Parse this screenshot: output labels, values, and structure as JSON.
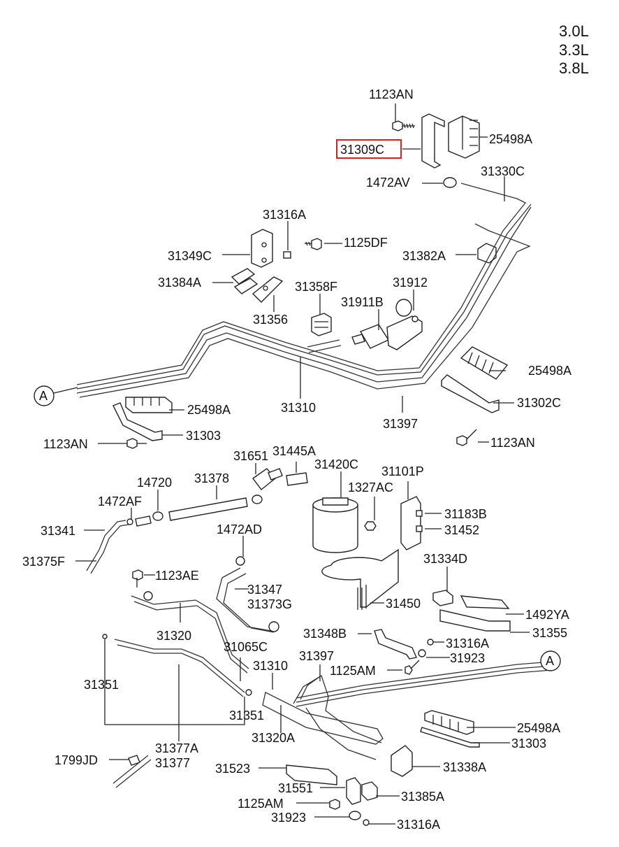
{
  "engine_variants": [
    "3.0L",
    "3.3L",
    "3.8L"
  ],
  "highlight_color": "#e02020",
  "connector_marker": "A",
  "part_labels": [
    "1123AN",
    "31309C",
    "25498A",
    "1472AV",
    "31330C",
    "31316A",
    "1125DF",
    "31349C",
    "31382A",
    "31384A",
    "31358F",
    "31912",
    "31911B",
    "31356",
    "25498A",
    "31302C",
    "31310",
    "31397",
    "25498A",
    "31303",
    "1123AN",
    "1123AN",
    "31651",
    "31445A",
    "31420C",
    "31101P",
    "14720",
    "31378",
    "1327AC",
    "1472AF",
    "31183B",
    "31341",
    "1472AD",
    "31452",
    "31375F",
    "31334D",
    "1123AE",
    "31347",
    "31373G",
    "31450",
    "1492YA",
    "31320",
    "31348B",
    "31355",
    "31065C",
    "31316A",
    "31310",
    "31397",
    "31923",
    "1125AM",
    "31351",
    "31351",
    "25498A",
    "31320A",
    "31303",
    "31377A",
    "1799JD",
    "31377",
    "31523",
    "31338A",
    "31551",
    "31385A",
    "1125AM",
    "31923",
    "31316A"
  ]
}
